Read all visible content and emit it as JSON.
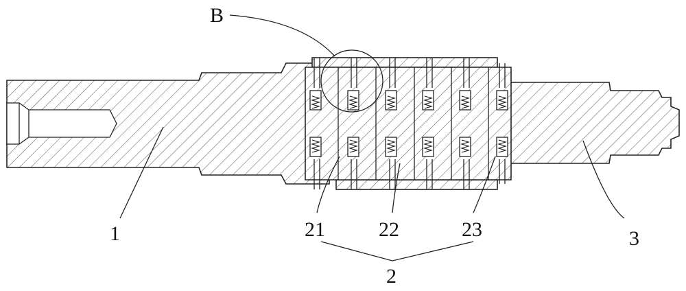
{
  "figure": {
    "labels": {
      "part1": "1",
      "part2": "2",
      "part21": "21",
      "part22": "22",
      "part23": "23",
      "part3": "3",
      "detailB": "B"
    }
  }
}
